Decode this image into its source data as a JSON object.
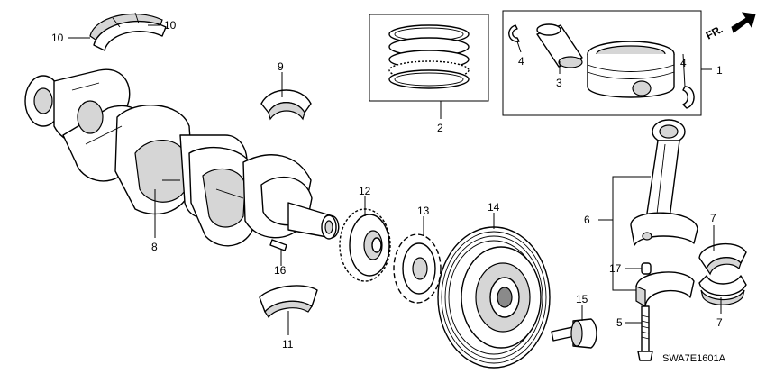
{
  "callouts": {
    "c1": "1",
    "c2": "2",
    "c3": "3",
    "c4a": "4",
    "c4b": "4",
    "c5": "5",
    "c6": "6",
    "c7a": "7",
    "c7b": "7",
    "c8": "8",
    "c9": "9",
    "c10a": "10",
    "c10b": "10",
    "c11": "11",
    "c12": "12",
    "c13": "13",
    "c14": "14",
    "c15": "15",
    "c16": "16",
    "c17": "17"
  },
  "direction_label": "FR.",
  "diagram_code": "SWA7E1601A",
  "colors": {
    "line": "#000000",
    "shade": "#d6d6d6",
    "dark": "#8a8a8a"
  }
}
